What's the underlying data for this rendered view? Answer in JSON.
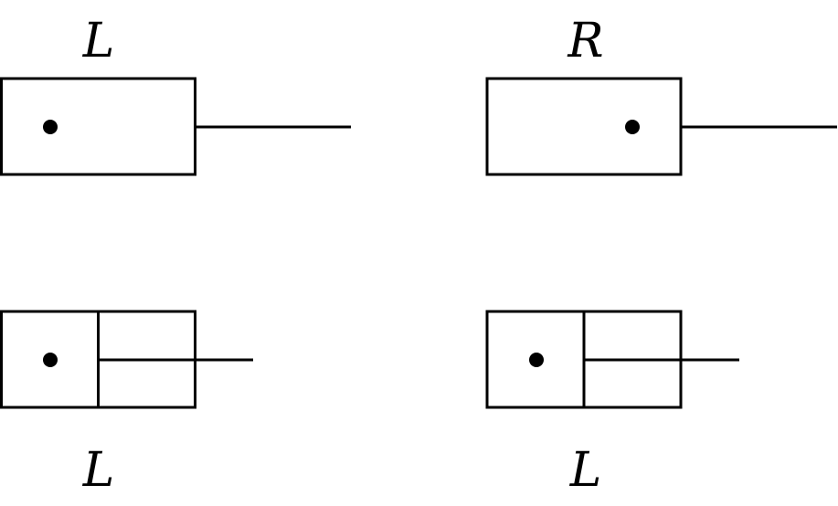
{
  "diagram": {
    "panels": [
      {
        "label": "L"
      },
      {
        "label": "R"
      },
      {
        "label": "L"
      },
      {
        "label": "L"
      }
    ]
  }
}
